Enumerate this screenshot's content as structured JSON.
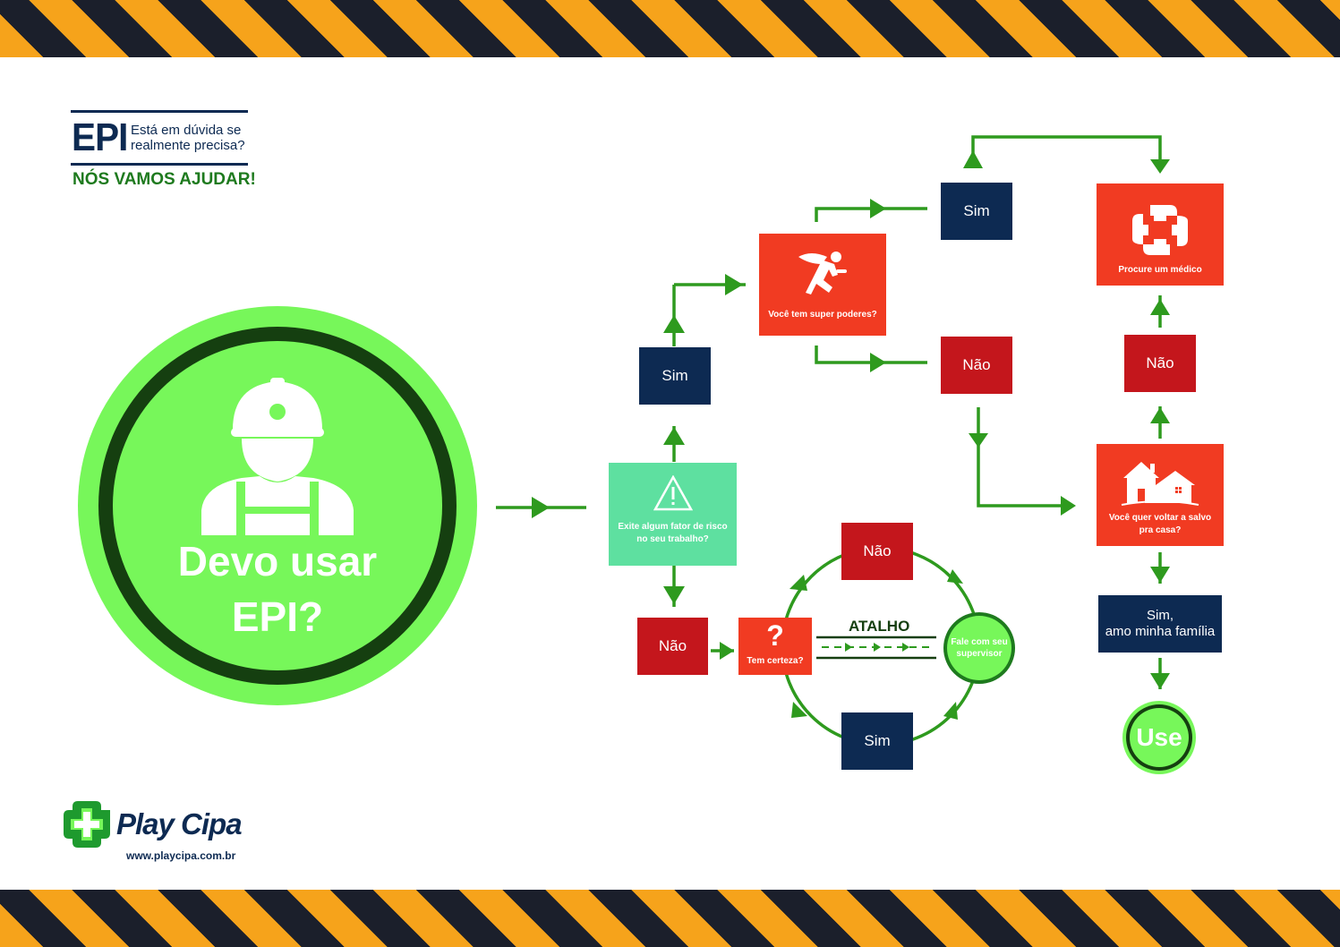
{
  "colors": {
    "navy": "#0d2a52",
    "red": "#c4161c",
    "orange": "#f13b22",
    "teal": "#5ee0a0",
    "green_light": "#77f75a",
    "green_dark": "#153f10",
    "arrow_green": "#2e9a1e",
    "stripe_yellow": "#f6a31b",
    "stripe_black": "#1b1f2b"
  },
  "header": {
    "acronym": "EPI",
    "question_line1": "Está em dúvida se",
    "question_line2": "realmente precisa?",
    "tagline": "NÓS VAMOS AJUDAR!"
  },
  "main_circle": {
    "icon": "worker-hardhat-icon",
    "line1": "Devo usar",
    "line2": "EPI?"
  },
  "flow": {
    "risk": {
      "icon": "warning-icon",
      "line1": "Exite algum fator de risco",
      "line2": "no seu trabalho?"
    },
    "risk_yes": "Sim",
    "risk_no": "Não",
    "super": {
      "icon": "running-hero-icon",
      "text": "Você tem super poderes?"
    },
    "super_yes": "Sim",
    "super_no": "Não",
    "sure": {
      "symbol": "?",
      "text": "Tem certeza?"
    },
    "loop_no": "Não",
    "loop_yes": "Sim",
    "shortcut": "ATALHO",
    "supervisor": {
      "line1": "Fale com seu",
      "line2": "supervisor"
    },
    "doctor": {
      "icon": "medical-cross-icon",
      "text": "Procure um médico"
    },
    "home_no": "Não",
    "home": {
      "icon": "house-icon",
      "line1": "Você quer voltar a salvo",
      "line2": "pra casa?"
    },
    "family": {
      "line1": "Sim,",
      "line2": "amo minha família"
    },
    "use": "Use"
  },
  "brand": {
    "icon": "play-cipa-cross-logo",
    "name": "Play Cipa",
    "url": "www.playcipa.com.br"
  }
}
